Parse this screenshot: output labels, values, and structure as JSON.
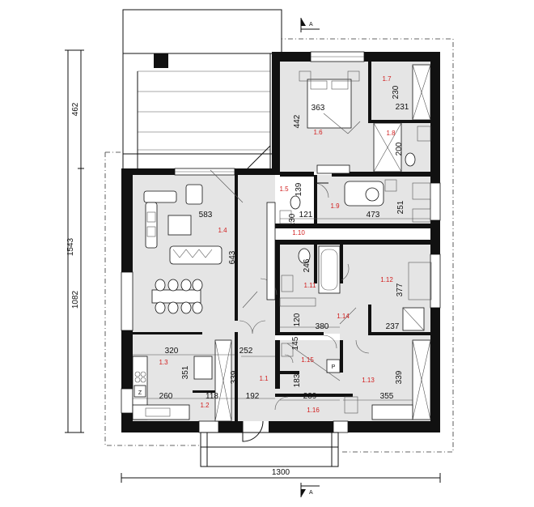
{
  "rooms": [
    {
      "id": "1.1",
      "area": "",
      "label": "1.1"
    },
    {
      "id": "1.2",
      "label": "1.2"
    },
    {
      "id": "1.3",
      "label": "1.3"
    },
    {
      "id": "1.4",
      "label": "1.4"
    },
    {
      "id": "1.5",
      "label": "1.5"
    },
    {
      "id": "1.6",
      "label": "1.6"
    },
    {
      "id": "1.7",
      "label": "1.7"
    },
    {
      "id": "1.8",
      "label": "1.8"
    },
    {
      "id": "1.9",
      "label": "1.9"
    },
    {
      "id": "1.10",
      "label": "1.10"
    },
    {
      "id": "1.11",
      "label": "1.11"
    },
    {
      "id": "1.12",
      "label": "1.12"
    },
    {
      "id": "1.13",
      "label": "1.13"
    },
    {
      "id": "1.14",
      "label": "1.14"
    },
    {
      "id": "1.15",
      "label": "1.15"
    },
    {
      "id": "1.16",
      "label": "1.16"
    }
  ],
  "dimensions": {
    "overall_width": "1300",
    "overall_height": "1543",
    "left_upper": "462",
    "left_lower": "1082",
    "d363": "363",
    "d442": "442",
    "d230": "230",
    "d231": "231",
    "d200": "200",
    "d583": "583",
    "d643": "643",
    "d121": "121",
    "d139": "139",
    "d130": "130",
    "d473": "473",
    "d251": "251",
    "d246": "246",
    "d377": "377",
    "d120": "120",
    "d380": "380",
    "d237": "237",
    "d320": "320",
    "d252": "252",
    "d145": "145",
    "d351": "351",
    "d339a": "339",
    "d183": "183",
    "d339b": "339",
    "d260": "260",
    "d118": "118",
    "d192": "192",
    "d239": "239",
    "d355": "355"
  },
  "markers": {
    "section_top": "A",
    "section_bottom": "A",
    "parking": "P",
    "cooker": "Z"
  }
}
